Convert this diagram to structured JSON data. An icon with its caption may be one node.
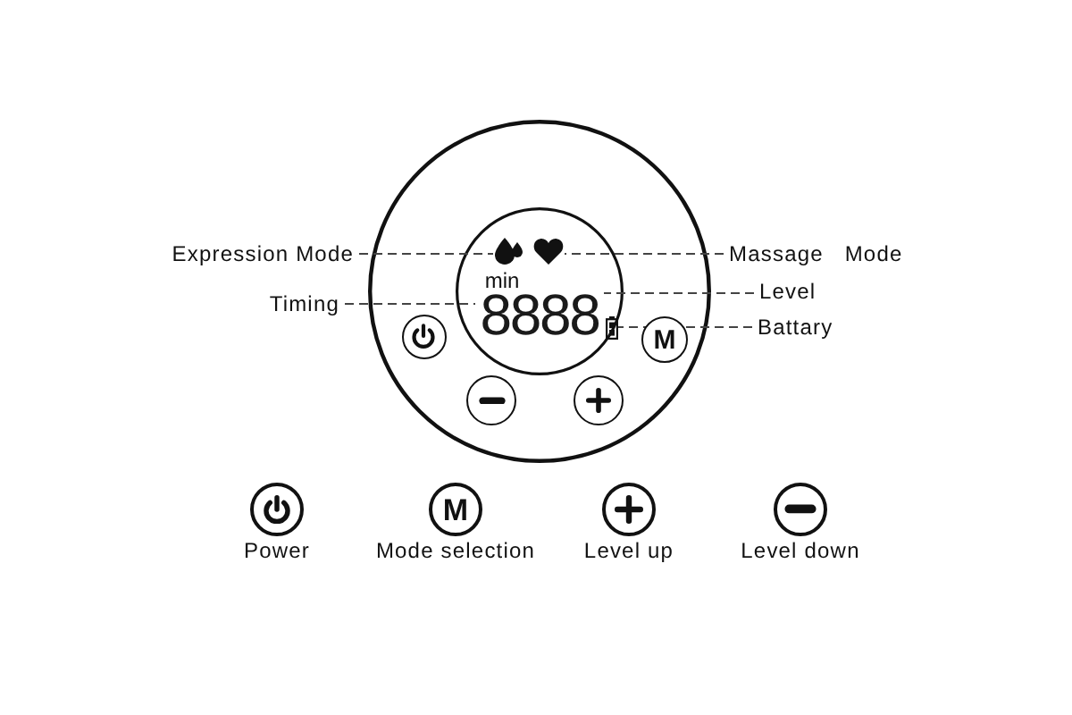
{
  "diagram": {
    "nodes": [
      {
        "text": [],
        "shape": "circle"
      },
      {
        "text": [],
        "shape": "circle",
        "in": 0
      },
      {
        "text": [],
        "shape": "drop",
        "in": 1
      },
      {
        "text": [],
        "shape": "heart",
        "in": 1
      },
      {
        "text": [
          "8888"
        ],
        "in": 1
      },
      {
        "text": [],
        "shape": "battery",
        "in": 1
      },
      {
        "text": [
          "Expression Mode"
        ]
      },
      {
        "text": [
          "Massage Mode"
        ]
      },
      {
        "text": [
          "Level"
        ]
      },
      {
        "text": [
          "Timing"
        ]
      },
      {
        "text": [
          "Battary"
        ]
      }
    ],
    "edges": [
      {
        "from": 6,
        "to": 2,
        "arrow": "none",
        "style": "dashed"
      },
      {
        "from": 7,
        "to": 3,
        "arrow": "none",
        "style": "dashed"
      },
      {
        "from": 8,
        "to": 4,
        "arrow": "none",
        "style": "dashed"
      },
      {
        "from": 9,
        "to": 4,
        "arrow": "none",
        "style": "dashed"
      },
      {
        "from": 10,
        "to": 5,
        "arrow": "none",
        "style": "dashed"
      }
    ],
    "labels": [
      "min",
      "M",
      "M"
    ],
    "legend": [
      {
        "text": "Power"
      },
      {
        "text": "Mode selection"
      },
      {
        "text": "Level up"
      },
      {
        "text": "Level down"
      }
    ]
  }
}
